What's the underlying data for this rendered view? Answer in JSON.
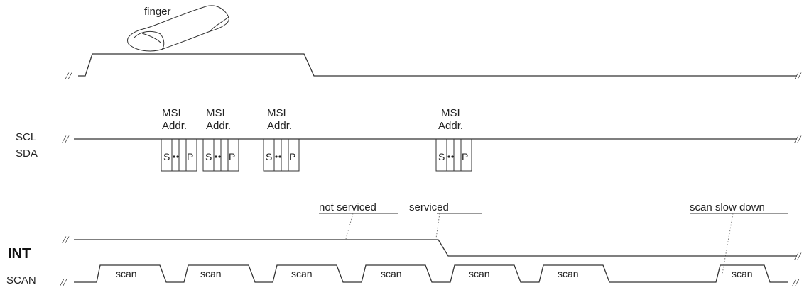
{
  "finger_label": "finger",
  "signals": {
    "scl": "SCL",
    "sda": "SDA",
    "int": "INT",
    "scan": "SCAN"
  },
  "msi_label_line1": "MSI",
  "msi_label_line2": "Addr.",
  "packet_start": "S",
  "packet_stop": "P",
  "annotations": {
    "not_serviced": "not serviced",
    "serviced": "serviced",
    "scan_slow_down": "scan slow down"
  },
  "scan_pulse_label": "scan",
  "break_mark": "//"
}
